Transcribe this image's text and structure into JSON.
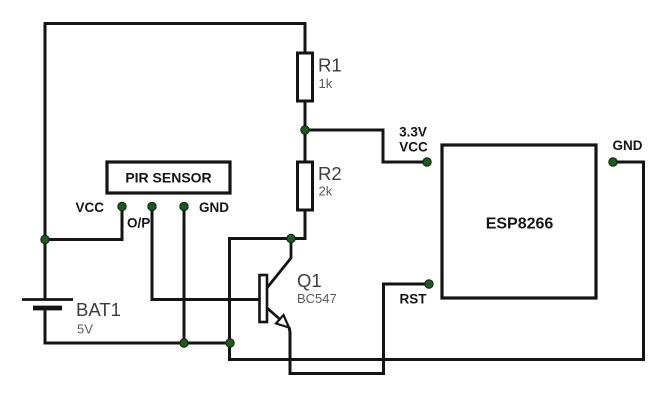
{
  "colors": {
    "background": "#ffffff",
    "wire": "#141414",
    "junction_dot": "#1d5a1e",
    "component_label": "#3d3d3d",
    "value_label": "#5a5a5a",
    "pin_label": "#151515"
  },
  "battery": {
    "designator": "BAT1",
    "value": "5V"
  },
  "pir_sensor": {
    "title": "PIR SENSOR",
    "pin_vcc": "VCC",
    "pin_output": "O/P",
    "pin_gnd": "GND"
  },
  "resistor_r1": {
    "designator": "R1",
    "value": "1k"
  },
  "resistor_r2": {
    "designator": "R2",
    "value": "2k"
  },
  "transistor_q1": {
    "designator": "Q1",
    "value": "BC547"
  },
  "esp8266": {
    "title": "ESP8266",
    "pin_vcc_line1": "3.3V",
    "pin_vcc_line2": "VCC",
    "pin_rst": "RST",
    "pin_gnd": "GND"
  }
}
